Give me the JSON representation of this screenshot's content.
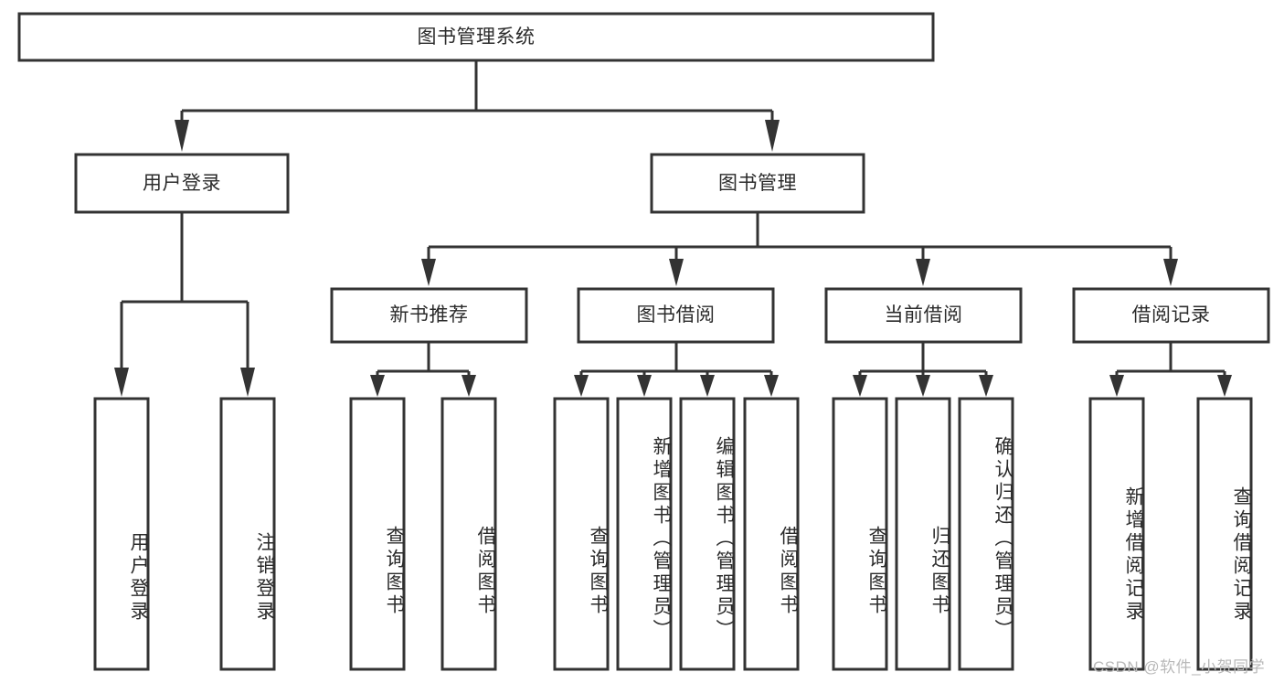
{
  "diagram": {
    "type": "tree-hierarchy-functional-decomposition",
    "title": "图书管理系统",
    "colors": {
      "stroke": "#333333",
      "fill": "#ffffff",
      "text": "#2b2b2b",
      "watermark": "#b9b9b9",
      "background": "#ffffff"
    },
    "root": {
      "id": "root",
      "label": "图书管理系统",
      "orientation": "horizontal"
    },
    "level2": [
      {
        "id": "user-login",
        "label": "用户登录",
        "orientation": "horizontal"
      },
      {
        "id": "book-management",
        "label": "图书管理",
        "orientation": "horizontal"
      }
    ],
    "level3": [
      {
        "id": "new-book-recommend",
        "label": "新书推荐",
        "orientation": "horizontal",
        "parent": "book-management"
      },
      {
        "id": "book-borrow",
        "label": "图书借阅",
        "orientation": "horizontal",
        "parent": "book-management"
      },
      {
        "id": "current-borrow",
        "label": "当前借阅",
        "orientation": "horizontal",
        "parent": "book-management"
      },
      {
        "id": "borrow-record",
        "label": "借阅记录",
        "orientation": "horizontal",
        "parent": "book-management"
      }
    ],
    "leaves": [
      {
        "id": "leaf-user-login",
        "label": "用户登录",
        "orientation": "vertical",
        "parent": "user-login"
      },
      {
        "id": "leaf-logout-login",
        "label": "注销登录",
        "orientation": "vertical",
        "parent": "user-login"
      },
      {
        "id": "leaf-query-book-1",
        "label": "查询图书",
        "orientation": "vertical",
        "parent": "new-book-recommend"
      },
      {
        "id": "leaf-borrow-book-1",
        "label": "借阅图书",
        "orientation": "vertical",
        "parent": "new-book-recommend"
      },
      {
        "id": "leaf-query-book-2",
        "label": "查询图书",
        "orientation": "vertical",
        "parent": "book-borrow"
      },
      {
        "id": "leaf-add-book",
        "label": "新增图书（管理员）",
        "orientation": "vertical",
        "parent": "book-borrow"
      },
      {
        "id": "leaf-edit-book",
        "label": "编辑图书（管理员）",
        "orientation": "vertical",
        "parent": "book-borrow"
      },
      {
        "id": "leaf-borrow-book-2",
        "label": "借阅图书",
        "orientation": "vertical",
        "parent": "book-borrow"
      },
      {
        "id": "leaf-query-book-3",
        "label": "查询图书",
        "orientation": "vertical",
        "parent": "current-borrow"
      },
      {
        "id": "leaf-return-book",
        "label": "归还图书",
        "orientation": "vertical",
        "parent": "current-borrow"
      },
      {
        "id": "leaf-confirm-return",
        "label": "确认归还（管理员）",
        "orientation": "vertical",
        "parent": "current-borrow"
      },
      {
        "id": "leaf-add-record",
        "label": "新增借阅记录",
        "orientation": "vertical",
        "parent": "borrow-record"
      },
      {
        "id": "leaf-query-record",
        "label": "查询借阅记录",
        "orientation": "vertical",
        "parent": "borrow-record"
      }
    ]
  },
  "watermark": {
    "text": "CSDN @软件_小贺同学"
  }
}
